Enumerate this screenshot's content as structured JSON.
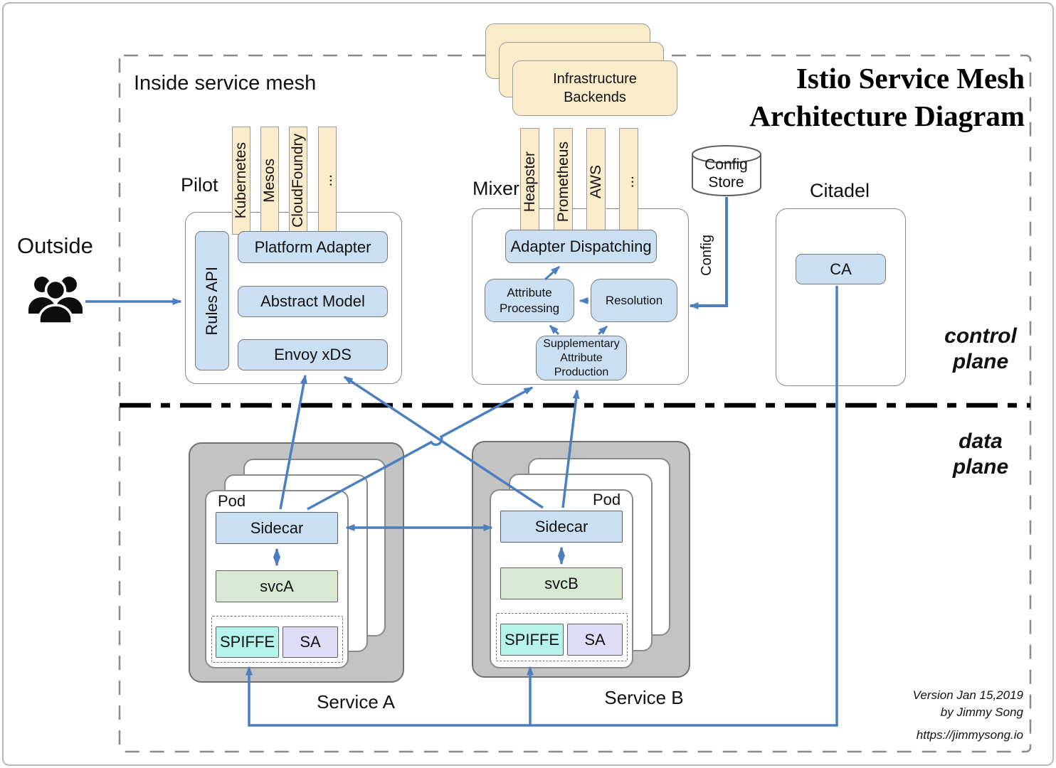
{
  "title": {
    "line1": "Istio Service Mesh",
    "line2": "Architecture Diagram"
  },
  "labels": {
    "inside_mesh": "Inside service mesh",
    "outside": "Outside",
    "pilot": "Pilot",
    "mixer": "Mixer",
    "citadel": "Citadel",
    "control_plane_1": "control",
    "control_plane_2": "plane",
    "data_plane_1": "data",
    "data_plane_2": "plane"
  },
  "infrastructure": {
    "label": "Infrastructure Backends"
  },
  "pilot": {
    "adapters": [
      "Kubernetes",
      "Mesos",
      "CloudFoundry",
      "..."
    ],
    "rules_api": "Rules API",
    "platform_adapter": "Platform Adapter",
    "abstract_model": "Abstract Model",
    "envoy_xds": "Envoy xDS"
  },
  "mixer": {
    "backends": [
      "Heapster",
      "Prometheus",
      "AWS",
      "..."
    ],
    "adapter_dispatching": "Adapter Dispatching",
    "attribute_processing": "Attribute Processing",
    "resolution": "Resolution",
    "supplementary": "Supplementary Attribute Production"
  },
  "config_store": {
    "label": "Config Store",
    "edge_label": "Config"
  },
  "citadel": {
    "ca": "CA"
  },
  "service_a": {
    "pod": "Pod",
    "sidecar": "Sidecar",
    "svc": "svcA",
    "spiffe": "SPIFFE",
    "sa": "SA",
    "label": "Service A"
  },
  "service_b": {
    "pod": "Pod",
    "sidecar": "Sidecar",
    "svc": "svcB",
    "spiffe": "SPIFFE",
    "sa": "SA",
    "label": "Service B"
  },
  "footer": {
    "version": "Version Jan 15,2019",
    "author": "by Jimmy Song",
    "url": "https://jimmysong.io"
  },
  "colors": {
    "arrow_blue": "#4c7fbf",
    "node_blue": "#cbdff2",
    "card_cream": "#faecca",
    "svc_green": "#d8e9d3",
    "spiffe_cyan": "#b5f3eb",
    "sa_lavender": "#dfdcf7",
    "container_gray": "#c3c3c3",
    "separator_black": "#000000",
    "mesh_border_gray": "#8a8a8a"
  }
}
